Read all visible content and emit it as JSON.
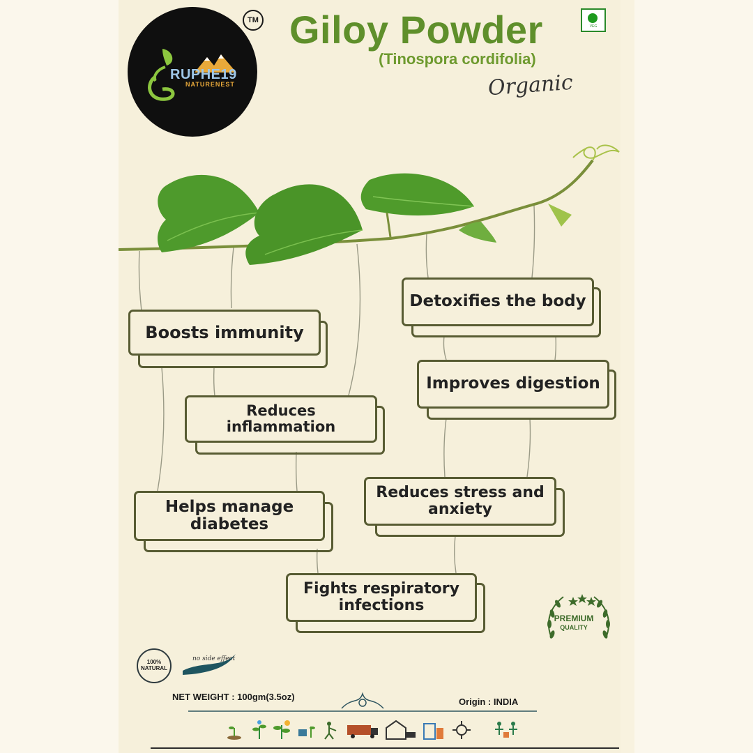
{
  "brand": {
    "tm": "TM",
    "name": "RUPHE19",
    "sub": "NATURENEST"
  },
  "title": "Giloy Powder",
  "subtitle": "(Tinospora cordifolia)",
  "organic": "Organic",
  "veg_mark": "VEG",
  "benefits": [
    "Boosts immunity",
    "Reduces inflammation",
    "Helps manage diabetes",
    "Fights respiratory infections",
    "Detoxifies the body",
    "Improves digestion",
    "Reduces stress and anxiety"
  ],
  "badges": {
    "natural": "100% NATURAL",
    "no_side_effect": "no side effect",
    "premium_main": "PREMIUM",
    "premium_sub": "QUALITY"
  },
  "footer": {
    "net_weight": "NET WEIGHT : 100gm(3.5oz)",
    "origin": "Origin : INDIA"
  },
  "process_icons": [
    "seedling-icon",
    "sprouting-plant-icon",
    "growing-plant-icon",
    "watering-icon",
    "harvesting-icon",
    "truck-icon",
    "warehouse-delivery-icon",
    "processing-icon",
    "quality-control-icon",
    "packaging-team-icon"
  ],
  "colors": {
    "title_green": "#5f8f2b",
    "box_border": "#585c33",
    "leaf_green": "#4e9a2c",
    "background": "#f6f0db"
  }
}
